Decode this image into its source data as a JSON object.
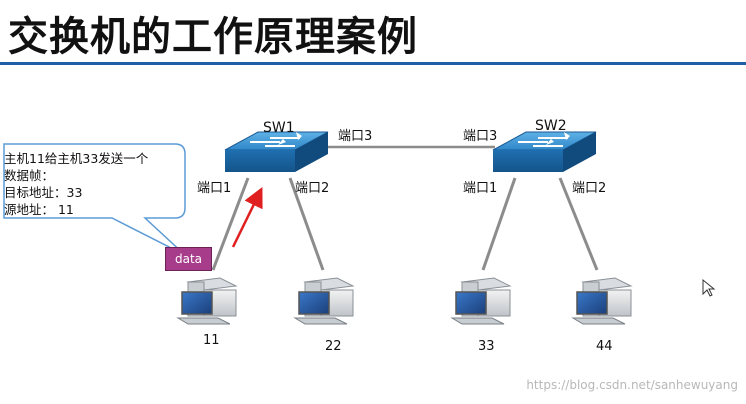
{
  "title": "交换机的工作原理案例",
  "switches": [
    {
      "name": "SW1",
      "ports": {
        "p1": "端口1",
        "p2": "端口2",
        "p3": "端口3"
      }
    },
    {
      "name": "SW2",
      "ports": {
        "p1": "端口1",
        "p2": "端口2",
        "p3": "端口3"
      }
    }
  ],
  "hosts": [
    {
      "label": "11"
    },
    {
      "label": "22"
    },
    {
      "label": "33"
    },
    {
      "label": "44"
    }
  ],
  "callout": {
    "lines": [
      "主机11给主机33发送一个",
      "数据帧：",
      "目标地址：33",
      "源地址：   11"
    ]
  },
  "frame_label": "data",
  "watermark": "https://blog.csdn.net/sanhewuyang",
  "colors": {
    "title_rule": "#1f5fa6",
    "switch_blue": "#2f8fd0",
    "arrow_red": "#e02020",
    "frame_purple": "#a63c8a",
    "callout_border": "#5b9bd5"
  }
}
